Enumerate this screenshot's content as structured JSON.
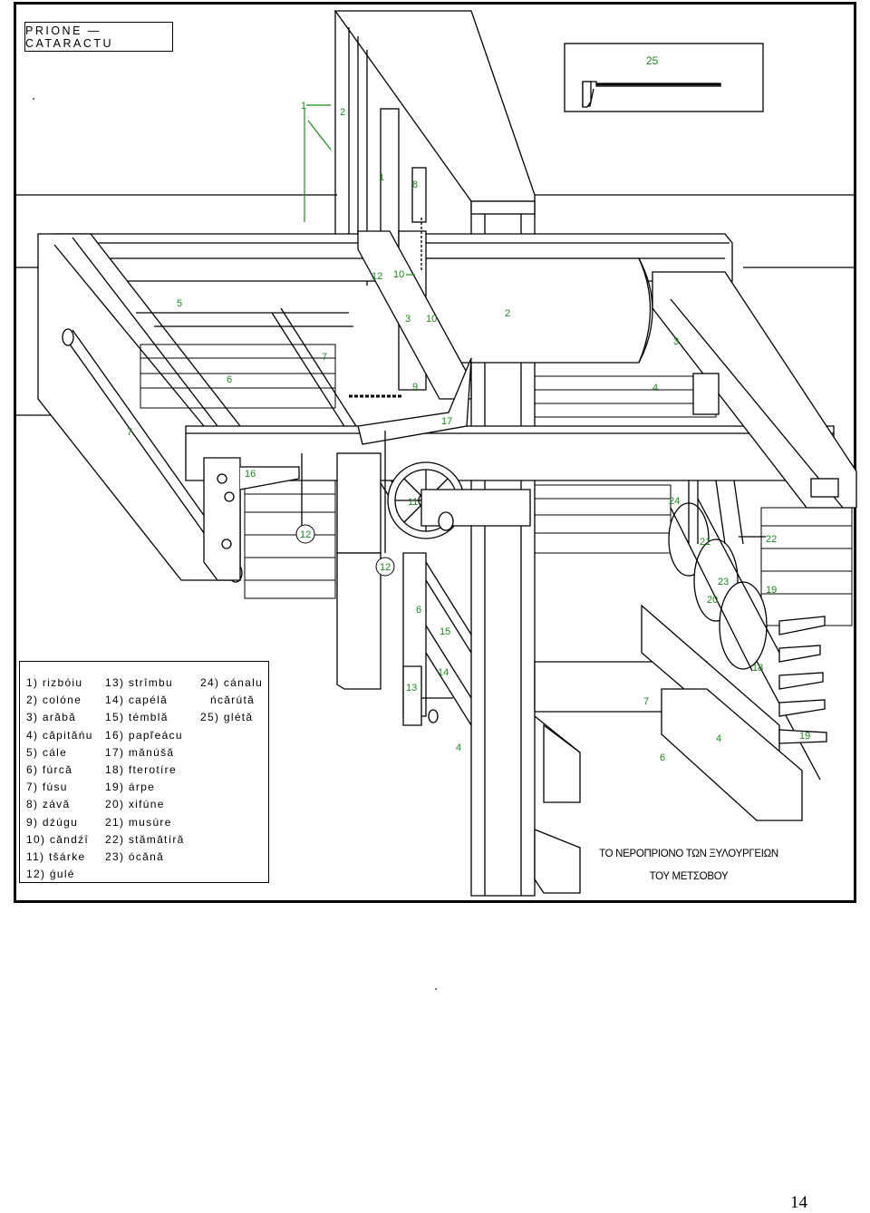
{
  "title": "PRIONE — CATARACTU",
  "caption": {
    "line1": "ΤΟ ΝΕΡΟΠΡΙΟΝΟ ΤΩΝ ΞΥΛΟΥΡΓΕΙΩΝ",
    "line2": "ΤΟΥ ΜΕΤΣΟΒΟΥ"
  },
  "page_number": "14",
  "legend": {
    "col1": [
      "1) rizbóiu",
      "2) colóne",
      "3) arăbă",
      "4) căpităńu",
      "5) cále",
      "6) fúrcă",
      "7) fúsu",
      "8) závă",
      "9) dźúgu",
      "10) căndźî",
      "11) tšárke",
      "12) ǵulé"
    ],
    "col2": [
      "13) strîmbu",
      "14) capélă",
      "15) témblă",
      "16) papľeácu",
      "17) mănúšă",
      "18) fterotíre",
      "19) árpe",
      "20) xifúne",
      "21) musúre",
      "22) stămătíră",
      "23) ócănă"
    ],
    "col3": [
      "24) cánalu",
      "ńcărútă",
      "25) glétă"
    ]
  },
  "part_labels": [
    "1",
    "2",
    "1",
    "8",
    "12",
    "10",
    "10",
    "3",
    "2",
    "5",
    "7",
    "6",
    "9",
    "3",
    "4",
    "17",
    "7",
    "16",
    "11",
    "24",
    "12",
    "12",
    "21",
    "22",
    "23",
    "20",
    "19",
    "6",
    "15",
    "14",
    "18",
    "13",
    "7",
    "4",
    "4",
    "19",
    "6",
    "25"
  ],
  "colors": {
    "line": "#000000",
    "label": "#1a8a1a"
  }
}
